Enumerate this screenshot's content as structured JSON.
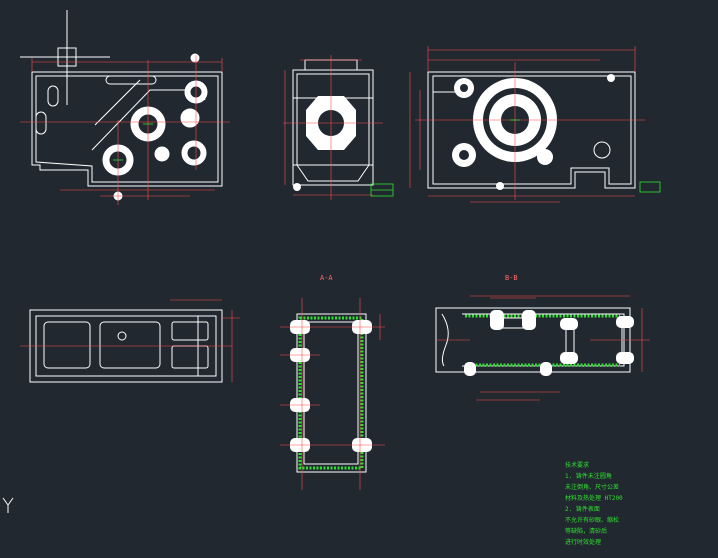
{
  "section_labels": {
    "a": "A-A",
    "b": "B-B"
  },
  "notes": [
    "技术要求",
    "1. 铸件未注圆角",
    "   未注倒角、尺寸公差",
    "   材料及热处理 HT200",
    "2. 铸件表面",
    "   不允许有砂眼、缩松",
    "   等缺陷，清砂后",
    "   进行时效处理"
  ],
  "colors": {
    "background": "#212830",
    "outline": "#ffffff",
    "dimension": "#ff4d4d",
    "centerline": "#ff4d4d",
    "hatch": "#2fe02f",
    "note_text": "#2fe02f"
  }
}
